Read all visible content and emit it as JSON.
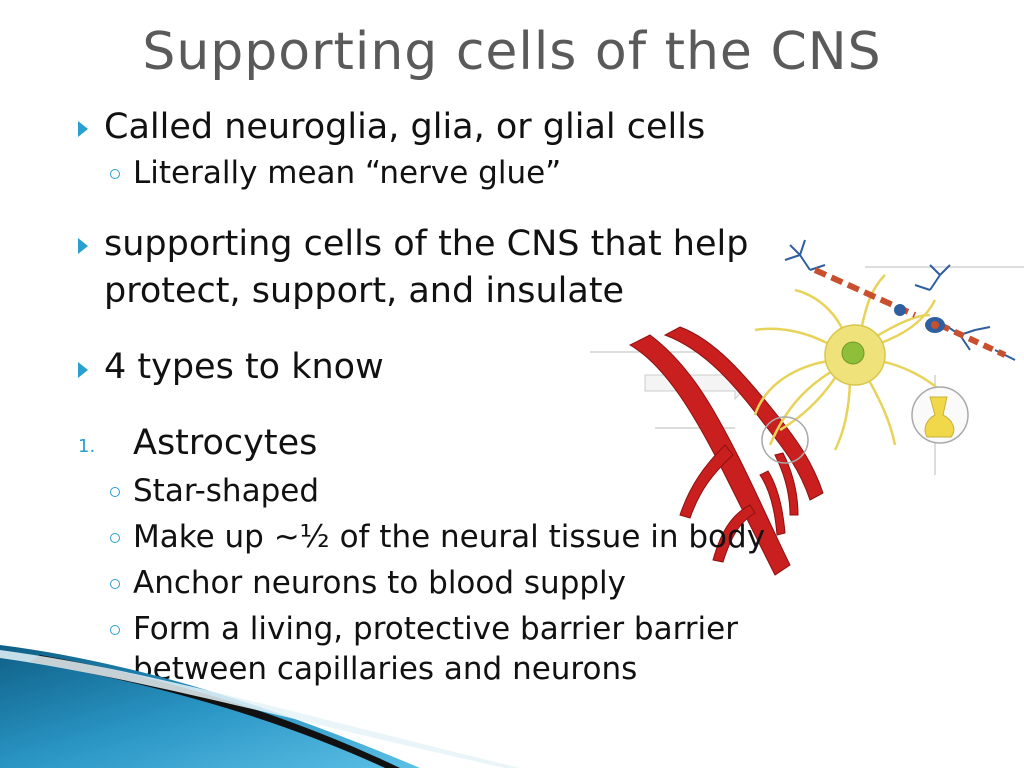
{
  "slide": {
    "title": "Supporting cells of the CNS",
    "bullets": {
      "b1": "Called neuroglia, glia, or glial cells",
      "b1_sub1": "Literally mean “nerve glue”",
      "b2_line1": "supporting cells of the CNS that help",
      "b2_line2": "protect, support, and insulate",
      "b3": "4 types to know"
    },
    "numbered": {
      "n1_marker": "1.",
      "n1_label": "Astrocytes",
      "subs": {
        "s1": "Star-shaped",
        "s2": "Make up ~½ of the neural tissue in body",
        "s3": "Anchor neurons to blood supply",
        "s4_line1": "Form a living, protective barrier barrier",
        "s4_line2": "between capillaries and neurons"
      }
    }
  },
  "colors": {
    "title": "#5a5a5a",
    "accent": "#2a9fd1",
    "vessel": "#c91f1f",
    "astrocyte": "#f0e27a",
    "nucleus": "#8fbf3a",
    "neuron": "#2f5f9e",
    "wave_dark": "#0e5f86",
    "wave_light": "#5cc0e6"
  },
  "icons": {
    "bullet": "triangle-bullet-icon",
    "sub_bullet": "ring-bullet-icon"
  }
}
